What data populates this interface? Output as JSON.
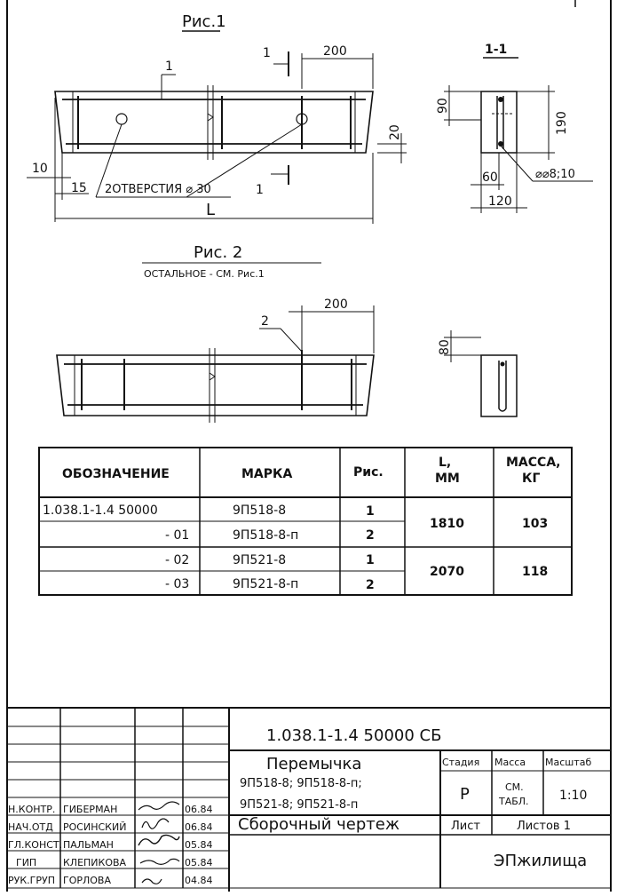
{
  "fig1": {
    "title": "Рис.1",
    "section_title": "1-1",
    "callout": "1",
    "dim_200": "200",
    "dim_20": "20",
    "dim_10": "10",
    "dim_15": "15",
    "holes_note": "2ОТВЕРСТИЯ ⌀ 30",
    "dim_L": "L",
    "section_mark_top": "1",
    "section_mark_bottom": "1",
    "sec_90": "90",
    "sec_190": "190",
    "sec_60": "60",
    "sec_120": "120",
    "sec_rebar": "⌀⌀8;10"
  },
  "fig2": {
    "title": "Рис. 2",
    "subtitle": "ОСТАЛЬНОЕ - СМ. Рис.1",
    "callout": "2",
    "dim_200": "200",
    "sec_80": "80"
  },
  "table": {
    "headers": [
      "ОБОЗНАЧЕНИЕ",
      "МАРКА",
      "Рис.",
      "L, ММ",
      "МАССА, КГ"
    ],
    "header_l_top": "L,",
    "header_l_bottom": "ММ",
    "header_mass_top": "МАССА,",
    "header_mass_bottom": "КГ",
    "rows": [
      {
        "designation": "1.038.1-1.4 50000",
        "mark": "9П518-8",
        "fig": "1"
      },
      {
        "designation": "- 01",
        "mark": "9П518-8-п",
        "fig": "2"
      },
      {
        "designation": "- 02",
        "mark": "9П521-8",
        "fig": "1"
      },
      {
        "designation": "- 03",
        "mark": "9П521-8-п",
        "fig": "2"
      }
    ],
    "groups": [
      {
        "length": "1810",
        "mass": "103"
      },
      {
        "length": "2070",
        "mass": "118"
      }
    ]
  },
  "title_block": {
    "doc_code": "1.038.1-1.4 50000 СБ",
    "name": "Перемычка",
    "marks_line1": "9П518-8; 9П518-8-п;",
    "marks_line2": "9П521-8; 9П521-8-п",
    "drawing_type": "Сборочный чертеж",
    "stage_header": "Стадия",
    "mass_header": "Масса",
    "scale_header": "Масштаб",
    "stage": "Р",
    "mass_top": "СМ.",
    "mass_bottom": "ТАБЛ.",
    "scale": "1:10",
    "sheet_label": "Лист",
    "sheets_label": "Листов 1",
    "org": "ЭПжилища",
    "signers": [
      {
        "role": "Н.КОНТР.",
        "name": "ГИБЕРМАН",
        "date": "06.84"
      },
      {
        "role": "НАЧ.ОТД",
        "name": "РОСИНСКИЙ",
        "date": "06.84"
      },
      {
        "role": "ГЛ.КОНСТ.",
        "name": "ПАЛЬМАН",
        "date": "05.84"
      },
      {
        "role": "ГИП",
        "name": "КЛЕПИКОВА",
        "date": "05.84"
      },
      {
        "role": "РУК.ГРУП",
        "name": "ГОРЛОВА",
        "date": "04.84"
      }
    ]
  }
}
